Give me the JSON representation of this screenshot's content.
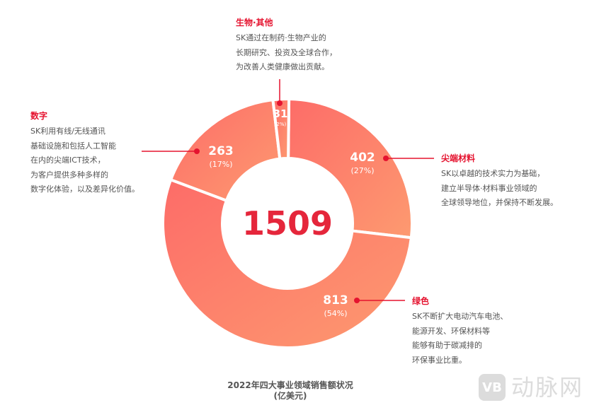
{
  "chart_data": {
    "type": "pie",
    "subtype": "donut",
    "title": "2022年四大事业领域销售额状况",
    "subtitle": "(亿美元)",
    "total": 1509,
    "unit": "亿美元",
    "categories": [
      "尖端材料",
      "绿色",
      "数字",
      "生物·其他"
    ],
    "values": [
      402,
      813,
      263,
      31
    ],
    "percentages": [
      27,
      54,
      17,
      2
    ],
    "order": "clockwise from 12 o'clock",
    "legend_position": "callouts"
  },
  "segments": [
    {
      "key": "materials",
      "value": "402",
      "pct": "(27%)"
    },
    {
      "key": "green",
      "value": "813",
      "pct": "(54%)"
    },
    {
      "key": "digital",
      "value": "263",
      "pct": "(17%)"
    },
    {
      "key": "bio",
      "value": "31",
      "pct": "(2%)"
    }
  ],
  "center": {
    "total": "1509"
  },
  "callouts": {
    "bio": {
      "title": "生物·其他",
      "lines": [
        "SK通过在制药·生物产业的",
        "长期研究、投资及全球合作，",
        "为改善人类健康做出贡献。"
      ]
    },
    "digital": {
      "title": "数字",
      "lines": [
        "SK利用有线/无线通讯",
        "基础设施和包括人工智能",
        "在内的尖端ICT技术，",
        "为客户提供多种多样的",
        "数字化体验，以及差异化价值。"
      ]
    },
    "materials": {
      "title": "尖端材料",
      "lines": [
        "SK以卓越的技术实力为基础，",
        "建立半导体·材料事业领域的",
        "全球领导地位，并保持不断发展。"
      ]
    },
    "green": {
      "title": "绿色",
      "lines": [
        "SK不断扩大电动汽车电池、",
        "能源开发、环保材料等",
        "能够有助于碳减排的",
        "环保事业比重。"
      ]
    }
  },
  "caption": {
    "line1": "2022年四大事业领域销售额状况",
    "line2": "(亿美元)"
  },
  "watermark": {
    "logo": "VB",
    "text": "动脉网"
  },
  "colors": {
    "accent": "#e5132f",
    "total": "#e5263b",
    "seg_materials": "#fd8a6c",
    "seg_green": "#fd8d6e",
    "seg_digital": "#fd736a",
    "seg_bio": "#fd7a6c",
    "text": "#555555"
  }
}
